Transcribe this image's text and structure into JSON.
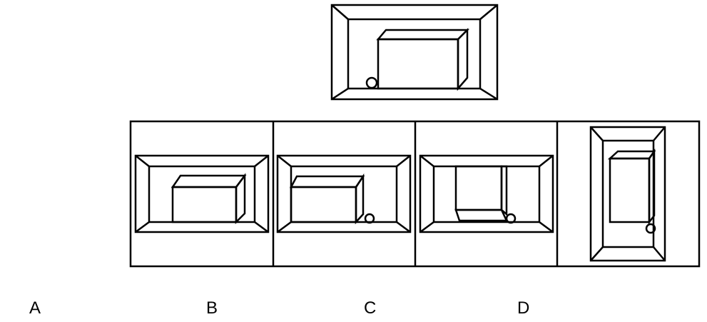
{
  "puzzle": {
    "question_figure": {
      "view": "front",
      "objects": [
        "cuboid",
        "ball"
      ]
    },
    "options": [
      {
        "label": "A",
        "view": "front",
        "objects": [
          "cuboid"
        ]
      },
      {
        "label": "B",
        "view": "front",
        "objects": [
          "cuboid",
          "ball"
        ]
      },
      {
        "label": "C",
        "view": "front",
        "objects": [
          "cuboid-rotated",
          "ball"
        ]
      },
      {
        "label": "D",
        "view": "front",
        "objects": [
          "cuboid",
          "ball"
        ]
      }
    ]
  },
  "colors": {
    "stroke": "#000000",
    "background": "#ffffff"
  }
}
